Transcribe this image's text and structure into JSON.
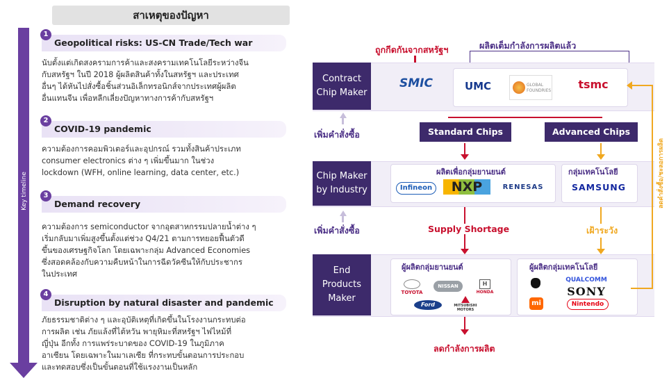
{
  "left": {
    "header": "สาเหตุของปัญหา",
    "timeline_label": "Key timeline",
    "sections": [
      {
        "num": "1",
        "title": "Geopolitical risks: US-CN Trade/Tech war",
        "lines": [
          "นับตั้งแต่เกิดสงครามการค้าและสงครามเทคโนโลยีระหว่างจีน",
          "กับสหรัฐฯ ในปี 2018 ผู้ผลิตสินค้าทั้งในสหรัฐฯ และประเทศ",
          "อื่นๆ ได้หันไปสั่งซื้อชิ้นส่วนอิเล็กทรอนิกส์จากประเทศผู้ผลิต",
          "อื่นแทนจีน เพื่อหลีกเลี่ยงปัญหาทางการค้ากับสหรัฐฯ"
        ]
      },
      {
        "num": "2",
        "title": "COVID-19 pandemic",
        "lines": [
          "ความต้องการคอมพิวเตอร์และอุปกรณ์ รวมทั้งสินค้าประเภท",
          "consumer electronics ต่าง ๆ เพิ่มขึ้นมาก ในช่วง",
          "lockdown (WFH, online learning, data center, etc.)"
        ]
      },
      {
        "num": "3",
        "title": "Demand recovery",
        "lines": [
          "ความต้องการ semiconductor จากอุตสาหกรรมปลายน้ำต่าง ๆ",
          "เริ่มกลับมาเพิ่มสูงขึ้นตั้งแต่ช่วง Q4/21 ตามการทยอยฟื้นตัวดี",
          "ขึ้นของเศรษฐกิจโลก โดยเฉพาะกลุ่ม Advanced Economies",
          "ซึ่งสอดคล้องกับความคืบหน้าในการฉีดวัคซีนให้กับประชากร",
          "ในประเทศ"
        ]
      },
      {
        "num": "4",
        "title": "Disruption by natural disaster and pandemic",
        "lines": [
          "ภัยธรรมชาติต่าง ๆ และอุบัติเหตุที่เกิดขึ้นในโรงงานกระทบต่อ",
          "การผลิต เช่น ภัยแล้งที่ไต้หวัน พายุหิมะที่สหรัฐฯ ไฟไหม้ที่",
          "ญี่ปุ่น อีกทั้ง การแพร่ระบาดของ COVID-19 ในภูมิภาค",
          "อาเซียน โดยเฉพาะในมาเลเซีย ที่กระทบขั้นตอนการประกอบ",
          "และทดสอบซึ่งเป็นขั้นตอนที่ใช้แรงงานเป็นหลัก"
        ]
      }
    ]
  },
  "diagram": {
    "top_red": "ถูกกีดกันจากสหรัฐฯ",
    "top_purple": "ผลิตเต็มกำลังการผลิตแล้ว",
    "row1_label": [
      "Contract",
      "Chip Maker"
    ],
    "row2_label": [
      "Chip Maker",
      "by Industry"
    ],
    "row3_label": [
      "End",
      "Products",
      "Maker"
    ],
    "foundry_logos": {
      "smic": "SMIC",
      "umc": "UMC",
      "gf_top": "GLOBAL",
      "gf_bottom": "FOUNDRIES",
      "tsmc": "tsmc"
    },
    "boost1": "เพิ่มคำสั่งซื้อ",
    "boost2": "เพิ่มคำสั่งซื้อ",
    "standard": "Standard Chips",
    "advanced": "Advanced Chips",
    "auto_group": "ผลิตเพื่อกลุ่มยานยนต์",
    "tech_group": "กลุ่มเทคโนโลยี",
    "chip_logos": {
      "infineon": "Infineon",
      "nxp": "NXP",
      "renesas": "RENESAS",
      "samsung": "SAMSUNG"
    },
    "supply_shortage": "Supply Shortage",
    "watch": "เฝ้าระวัง",
    "side_label": "ลดคำสั่งซื้อ/ชะลอการผลิต",
    "auto_makers": "ผู้ผลิตกลุ่มยานยนต์",
    "tech_makers": "ผู้ผลิตกลุ่มเทคโนโลยี",
    "car_logos": {
      "toyota": "TOYOTA",
      "nissan": "NISSAN",
      "honda": "HONDA",
      "ford": "Ford",
      "mitsubishi": "MITSUBISHI MOTORS"
    },
    "tech_logos": {
      "apple": "",
      "qualcomm": "QUALCOMM",
      "sony": "SONY",
      "mi": "mi",
      "nintendo": "Nintendo"
    },
    "bottom_red": "ลดกำลังการผลิต"
  },
  "colors": {
    "purple": "#3d2a6b",
    "timeline": "#6a3fa0",
    "red": "#c8102e",
    "orange": "#f0a820"
  }
}
